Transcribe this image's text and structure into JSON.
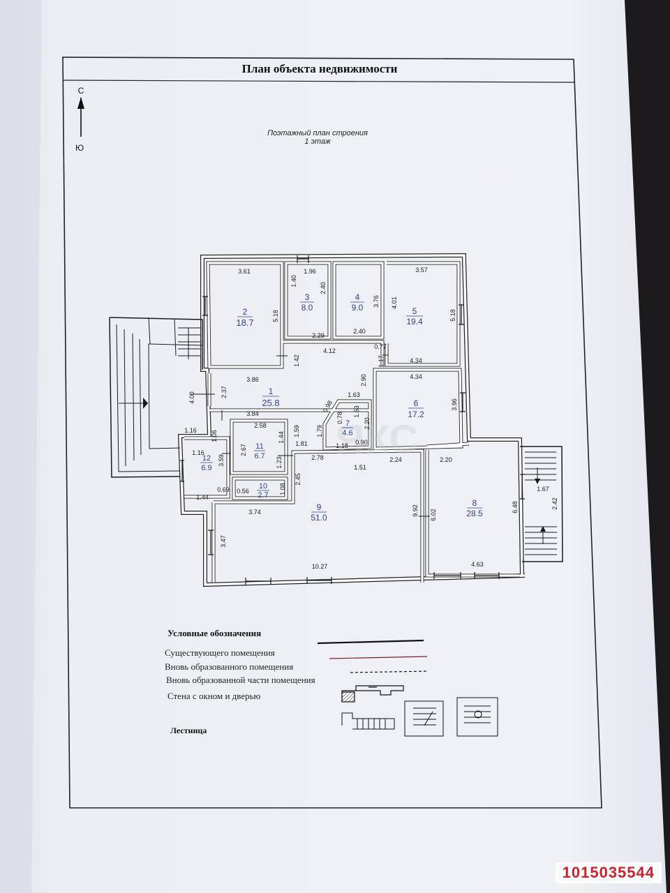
{
  "sheet": {
    "title": "План объекта недвижимости",
    "compass": {
      "north": "С",
      "south": "Ю"
    },
    "subtitle_line1": "Поэтажный план строения",
    "subtitle_line2": "1 этаж",
    "watermark": "ЯКС"
  },
  "rooms": [
    {
      "number": "1",
      "area": "25.8"
    },
    {
      "number": "2",
      "area": "18.7"
    },
    {
      "number": "3",
      "area": "8.0"
    },
    {
      "number": "4",
      "area": "9.0"
    },
    {
      "number": "5",
      "area": "19.4"
    },
    {
      "number": "6",
      "area": "17.2"
    },
    {
      "number": "7",
      "area": "4.6"
    },
    {
      "number": "8",
      "area": "28.5"
    },
    {
      "number": "9",
      "area": "51.0"
    },
    {
      "number": "10",
      "area": "2.7"
    },
    {
      "number": "11",
      "area": "6.7"
    },
    {
      "number": "12",
      "area": "6.9"
    }
  ],
  "dimensions": [
    "3.61",
    "5.18",
    "1.96",
    "1.40",
    "2.40",
    "3.76",
    "3.57",
    "4.01",
    "5.18",
    "2.29",
    "2.40",
    "0.77",
    "4.12",
    "1.42",
    "1.17",
    "4.34",
    "2.90",
    "4.34",
    "3.86",
    "2.37",
    "4.00",
    "3.96",
    "1.63",
    "0.98",
    "0.78",
    "1.53",
    "2.20",
    "3.84",
    "2.58",
    "1.06",
    "1.16",
    "1.16",
    "3.59",
    "2.67",
    "1.44",
    "1.23",
    "1.81",
    "1.59",
    "1.79",
    "1.18",
    "0.90",
    "2.78",
    "1.51",
    "2.24",
    "2.20",
    "1.67",
    "2.42",
    "2.45",
    "0.56",
    "1.08",
    "1.44",
    "0.69",
    "3.74",
    "9.92",
    "6.02",
    "6.48",
    "3.47",
    "10.27",
    "4.63"
  ],
  "legend": {
    "title": "Условные обозначения",
    "existing": "Существующего помещения",
    "new_room": "Вновь образованного помещения",
    "new_part": "Вновь образованной части помещения",
    "wall_window_door": "Стена с окном и дверью",
    "stairs": "Лестница"
  },
  "listing_id": "1015035544",
  "colors": {
    "paper": "#ecedf3",
    "ink": "#1a1a1a",
    "room_label": "#33418a",
    "red_line": "#7a1c2a",
    "badge_text": "#d2202a"
  }
}
